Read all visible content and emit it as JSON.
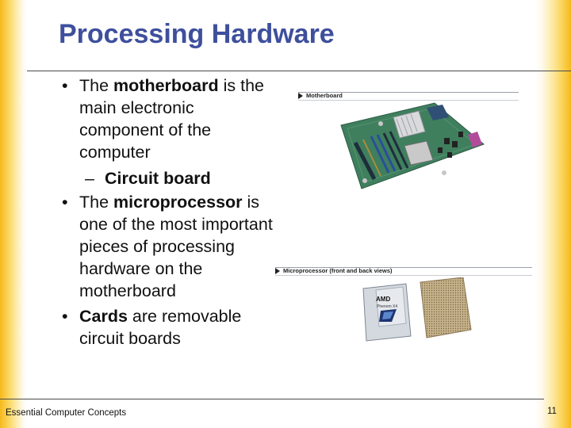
{
  "slide": {
    "title": "Processing Hardware",
    "bullets": [
      {
        "runs": [
          "The ",
          "motherboard",
          " is the main electronic component of the computer"
        ],
        "sub": "Circuit board"
      },
      {
        "runs": [
          "The ",
          "microprocessor",
          " is one of the most important pieces of processing hardware on the motherboard"
        ]
      },
      {
        "runs": [
          "",
          "Cards",
          " are removable circuit boards"
        ]
      }
    ],
    "bullet_mark": "•",
    "dash_mark": "–",
    "figures": {
      "motherboard_caption": "Motherboard",
      "microprocessor_caption": "Microprocessor (front and back views)",
      "chip_brand": "AMD",
      "chip_model": "Phenom X4"
    },
    "footer": {
      "left": "Essential Computer Concepts",
      "page_number": "11"
    }
  },
  "colors": {
    "title": "#3e4f9c",
    "edge_gold": "#f6b91d",
    "board_green": "#3f7f5e"
  }
}
